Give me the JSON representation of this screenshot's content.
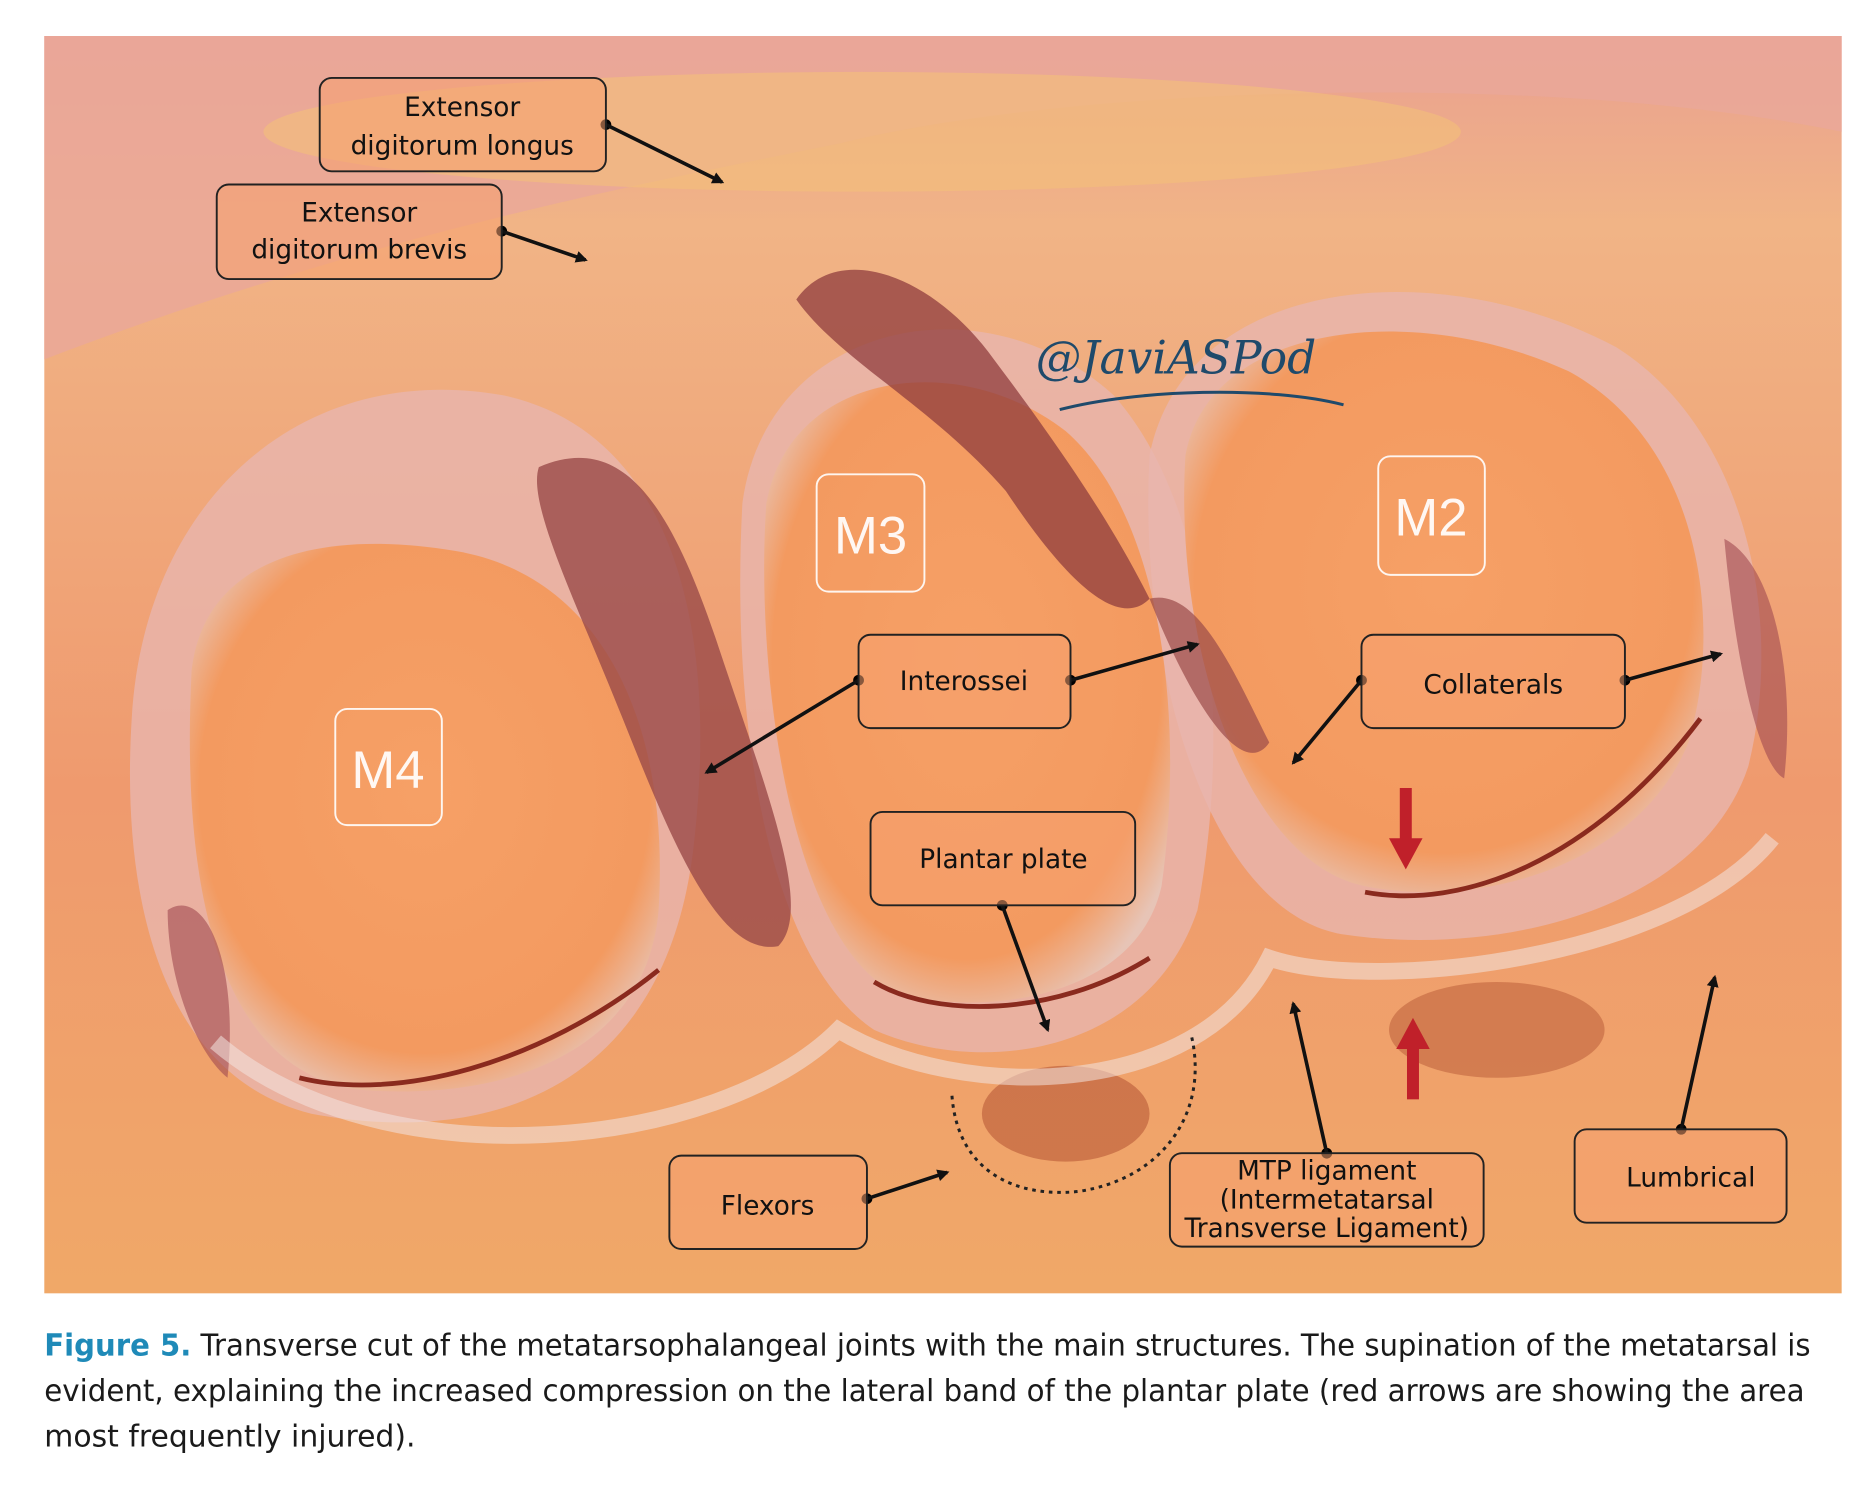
{
  "figure": {
    "watermark": "@JaviASPod",
    "bones": {
      "m4": "M4",
      "m3": "M3",
      "m2": "M2"
    },
    "labels": {
      "edl_1": "Extensor",
      "edl_2": "digitorum longus",
      "edb_1": "Extensor",
      "edb_2": "digitorum brevis",
      "interossei": "Interossei",
      "collaterals": "Collaterals",
      "plantar_plate": "Plantar plate",
      "flexors": "Flexors",
      "mtp_1": "MTP ligament",
      "mtp_2": "(Intermetatarsal",
      "mtp_3": "Transverse Ligament)",
      "lumbrical": "Lumbrical"
    },
    "colors": {
      "accent": "#1f8ab8",
      "red_arrow": "#c0202a"
    }
  },
  "caption": {
    "label": "Figure 5.",
    "line1": " Transverse cut of the metatarsophalangeal joints with the main structures. The supination of the metatarsal is",
    "line2": "evident, explaining the increased compression on the lateral band of the plantar plate (red arrows are showing the area",
    "line3": "most frequently injured)."
  }
}
